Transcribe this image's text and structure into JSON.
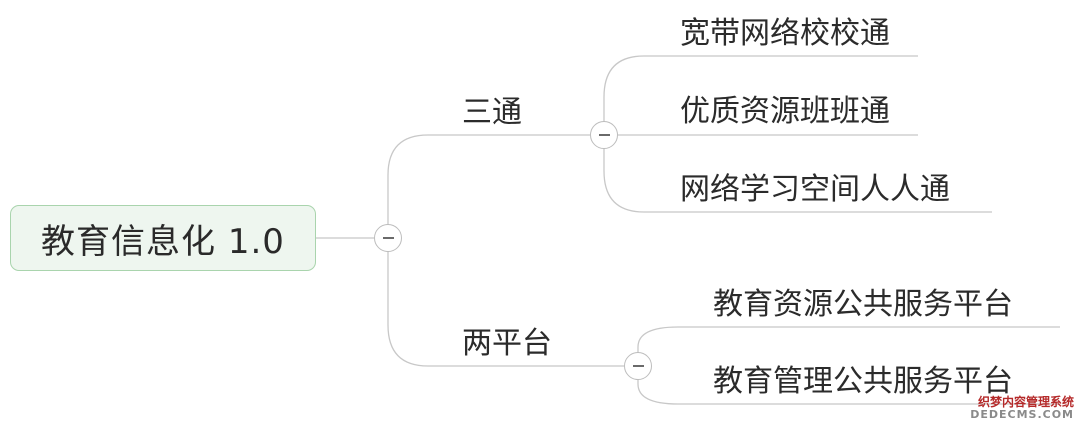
{
  "mindmap": {
    "root": {
      "label": "教育信息化 1.0"
    },
    "branches": [
      {
        "label": "三通",
        "children": [
          {
            "label": "宽带网络校校通"
          },
          {
            "label": "优质资源班班通"
          },
          {
            "label": "网络学习空间人人通"
          }
        ]
      },
      {
        "label": "两平台",
        "children": [
          {
            "label": "教育资源公共服务平台"
          },
          {
            "label": "教育管理公共服务平台"
          }
        ]
      }
    ]
  },
  "watermark": {
    "line1": "织梦内容管理系统",
    "line2": "DEDECMS.COM"
  },
  "colors": {
    "root_fill": "#eef6ef",
    "root_border": "#a9d4ad",
    "connector": "#c8c8c8",
    "text": "#2b2b2b"
  }
}
